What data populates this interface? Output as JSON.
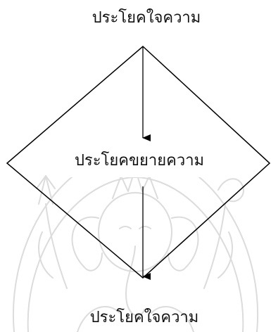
{
  "diagram": {
    "top_label": "ประโยคใจความ",
    "middle_label": "ประโยคขยายความ",
    "bottom_label": "ประโยคใจความ"
  },
  "watermark": {
    "icon": "ganesha-seal-icon"
  },
  "colors": {
    "stroke": "#000000",
    "text": "#111111",
    "watermark": "#dcdcdc"
  }
}
